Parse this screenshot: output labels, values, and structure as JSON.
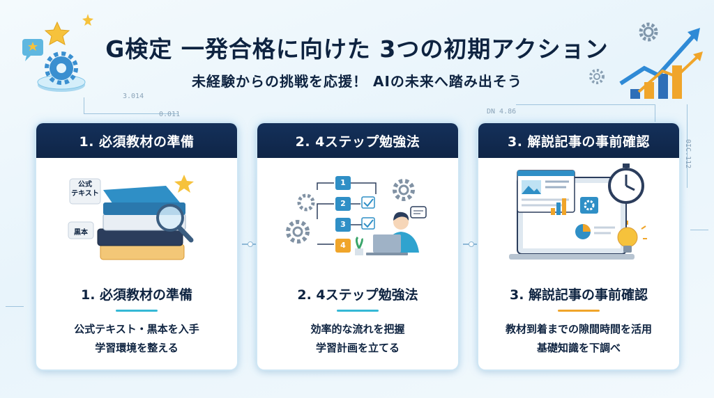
{
  "header": {
    "title": "G検定 一発合格に向けた 3つの初期アクション",
    "subtitle": "未経験からの挑戦を応援！ AIの未来へ踏み出そう"
  },
  "decor": {
    "tech_labels": [
      "3.014",
      "0.011",
      "DN 4.86",
      "0IC.112"
    ],
    "icons": [
      "star-icon",
      "chat-bubble-icon",
      "gear-icon",
      "growth-chart-icon"
    ]
  },
  "cards": [
    {
      "head": "1. 必須教材の準備",
      "title": "1. 必須教材の準備",
      "desc_line1": "公式テキスト・黒本を入手",
      "desc_line2": "学習環境を整える",
      "accent": "#35b8d6",
      "labels": {
        "book_top": "公式\nテキスト",
        "book_top_1": "公式",
        "book_top_2": "テキスト",
        "book_bottom": "黒本"
      }
    },
    {
      "head": "2. 4ステップ勉強法",
      "title": "2. 4ステップ勉強法",
      "desc_line1": "効率的な流れを把握",
      "desc_line2": "学習計画を立てる",
      "accent": "#35b8d6",
      "steps": [
        "1",
        "2",
        "3",
        "4"
      ]
    },
    {
      "head": "3. 解説記事の事前確認",
      "title": "3. 解説記事の事前確認",
      "desc_line1": "教材到着までの隙間時間を活用",
      "desc_line2": "基礎知識を下調べ",
      "accent": "#f0a52a"
    }
  ],
  "colors": {
    "navy": "#0f2547",
    "teal": "#35b8d6",
    "orange": "#f0a52a",
    "star": "#f6c23c"
  }
}
